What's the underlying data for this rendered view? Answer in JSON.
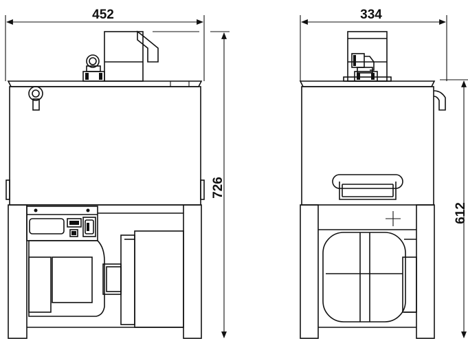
{
  "dimensions": {
    "front_width": "452",
    "side_width": "334",
    "front_height": "726",
    "side_height": "612"
  },
  "colors": {
    "line": "#111111",
    "background": "#ffffff"
  }
}
